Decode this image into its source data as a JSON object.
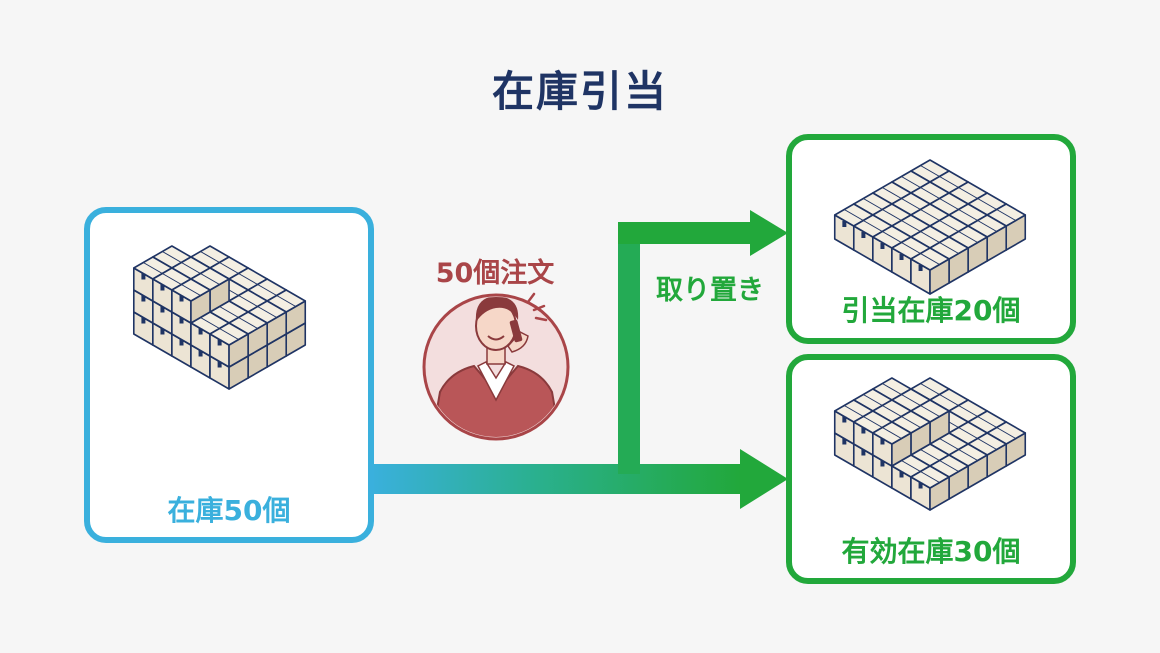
{
  "title": "在庫引当",
  "source": {
    "label": "在庫50個"
  },
  "order": {
    "label": "50個注文"
  },
  "hold": {
    "label": "取り置き"
  },
  "reserved": {
    "label": "引当在庫20個"
  },
  "available": {
    "label": "有効在庫30個"
  },
  "colors": {
    "title": "#1f3464",
    "source": "#3ab0dd",
    "result": "#22a83b",
    "order": "#a94548",
    "box_fill_front": "#ece4d4",
    "box_fill_side": "#d8cdb7",
    "box_top": "#f4efe3",
    "box_stroke": "#1f3464"
  }
}
